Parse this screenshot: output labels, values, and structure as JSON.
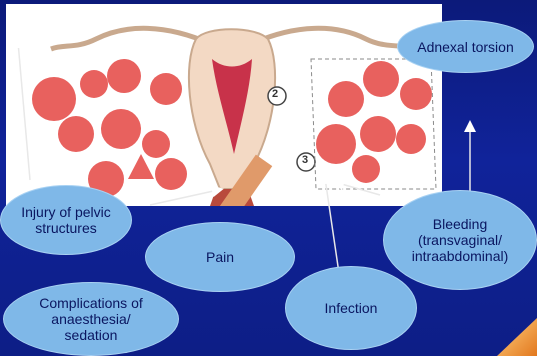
{
  "labels": {
    "adnexal_torsion": "Adnexal torsion",
    "injury_line1": "Injury of pelvic",
    "injury_line2": "structures",
    "pain": "Pain",
    "bleeding_line1": "Bleeding",
    "bleeding_line2": "(transvaginal/",
    "bleeding_line3": "intraabdominal)",
    "complications_line1": "Complications of",
    "complications_line2": "anaesthesia/",
    "complications_line3": "sedation",
    "infection": "Infection"
  },
  "figure": {
    "marker_uterus": "2",
    "marker_cervix": "3"
  },
  "colors": {
    "background": "#10239a",
    "bubble_fill": "#7fb8e8",
    "bubble_text": "#0a1660",
    "follicle": "#e8615e",
    "uterus_tissue": "#f3d9c4",
    "endometrium": "#c8324a",
    "probe": "#e09a6a"
  }
}
